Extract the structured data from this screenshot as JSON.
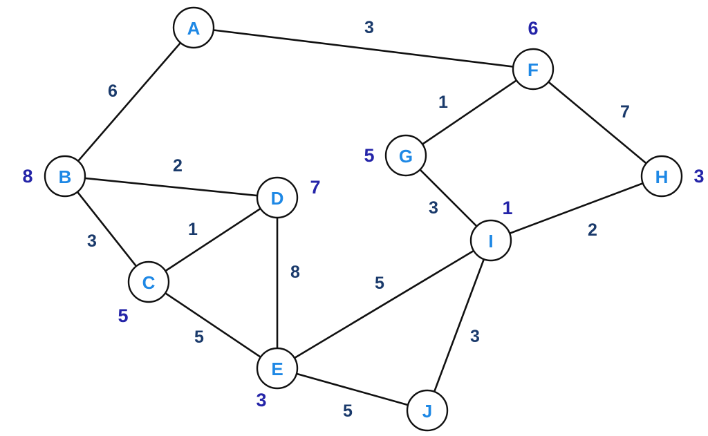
{
  "colors": {
    "background": "#ffffff",
    "edge_stroke": "#111111",
    "node_fill": "#ffffff",
    "node_stroke": "#111111",
    "node_label": "#1e88e5",
    "edge_weight": "#1a3a6b",
    "node_value": "#2424a8"
  },
  "graph": {
    "nodes": [
      {
        "id": "A",
        "label": "A"
      },
      {
        "id": "B",
        "label": "B",
        "value": "8"
      },
      {
        "id": "C",
        "label": "C",
        "value": "5"
      },
      {
        "id": "D",
        "label": "D",
        "value": "7"
      },
      {
        "id": "E",
        "label": "E",
        "value": "3"
      },
      {
        "id": "F",
        "label": "F",
        "value": "6"
      },
      {
        "id": "G",
        "label": "G",
        "value": "5"
      },
      {
        "id": "H",
        "label": "H",
        "value": "3"
      },
      {
        "id": "I",
        "label": "I",
        "value": "1"
      },
      {
        "id": "J",
        "label": "J"
      }
    ],
    "edges": [
      {
        "from": "A",
        "to": "F",
        "weight": "3"
      },
      {
        "from": "A",
        "to": "B",
        "weight": "6"
      },
      {
        "from": "B",
        "to": "D",
        "weight": "2"
      },
      {
        "from": "B",
        "to": "C",
        "weight": "3"
      },
      {
        "from": "C",
        "to": "D",
        "weight": "1"
      },
      {
        "from": "C",
        "to": "E",
        "weight": "5"
      },
      {
        "from": "D",
        "to": "E",
        "weight": "8"
      },
      {
        "from": "F",
        "to": "G",
        "weight": "1"
      },
      {
        "from": "F",
        "to": "H",
        "weight": "7"
      },
      {
        "from": "G",
        "to": "I",
        "weight": "3"
      },
      {
        "from": "H",
        "to": "I",
        "weight": "2"
      },
      {
        "from": "I",
        "to": "E",
        "weight": "5"
      },
      {
        "from": "I",
        "to": "J",
        "weight": "3"
      },
      {
        "from": "E",
        "to": "J",
        "weight": "5"
      }
    ]
  }
}
